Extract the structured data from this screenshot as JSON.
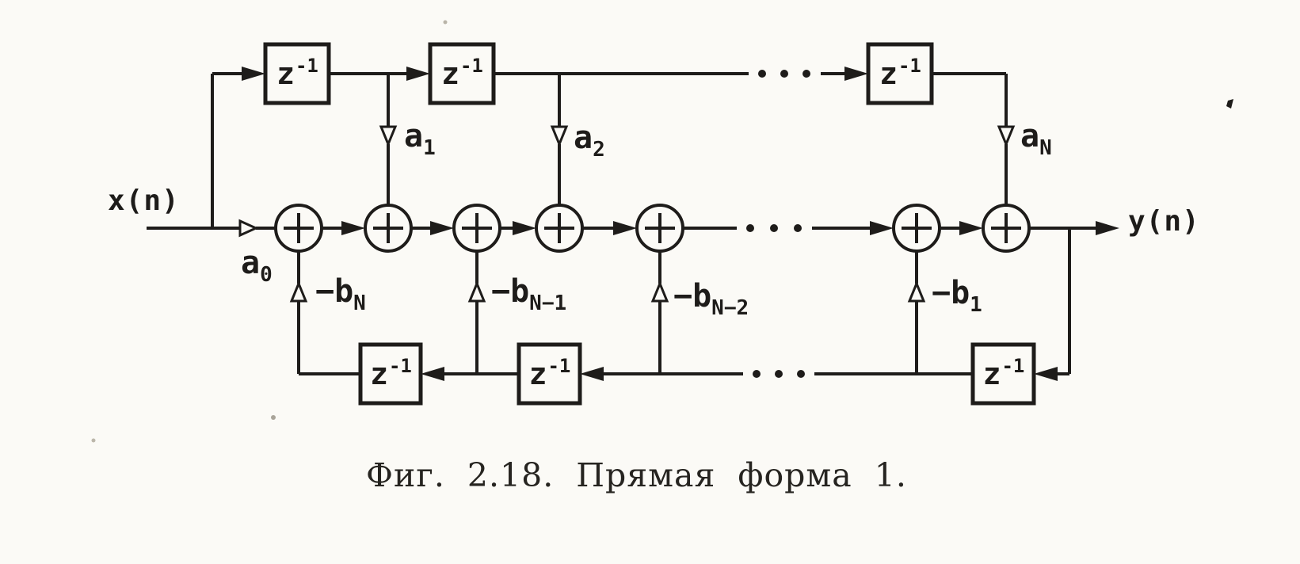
{
  "page": {
    "paper_color": "#fbfaf6",
    "ink_color": "#1e1c1a"
  },
  "diagram": {
    "type": "signal-flow-diagram",
    "subject": "Direct Form I digital filter",
    "input_label": "x(n)",
    "output_label": "y(n)",
    "delay": {
      "base": "z",
      "sup": "-1"
    },
    "summer_symbol": "+",
    "ellipsis_symbol": "• • •",
    "coefficients": {
      "a0": {
        "base": "a",
        "sub": "0"
      },
      "a1": {
        "base": "a",
        "sub": "1"
      },
      "a2": {
        "base": "a",
        "sub": "2"
      },
      "aN": {
        "base": "a",
        "sub": "N"
      },
      "bN": {
        "base": "−b",
        "sub": "N"
      },
      "bN1": {
        "base": "−b",
        "sub": "N−1"
      },
      "bN2": {
        "base": "−b",
        "sub": "N−2"
      },
      "b1": {
        "base": "−b",
        "sub": "1"
      }
    }
  },
  "caption": "Фиг. 2.18. Прямая форма 1."
}
